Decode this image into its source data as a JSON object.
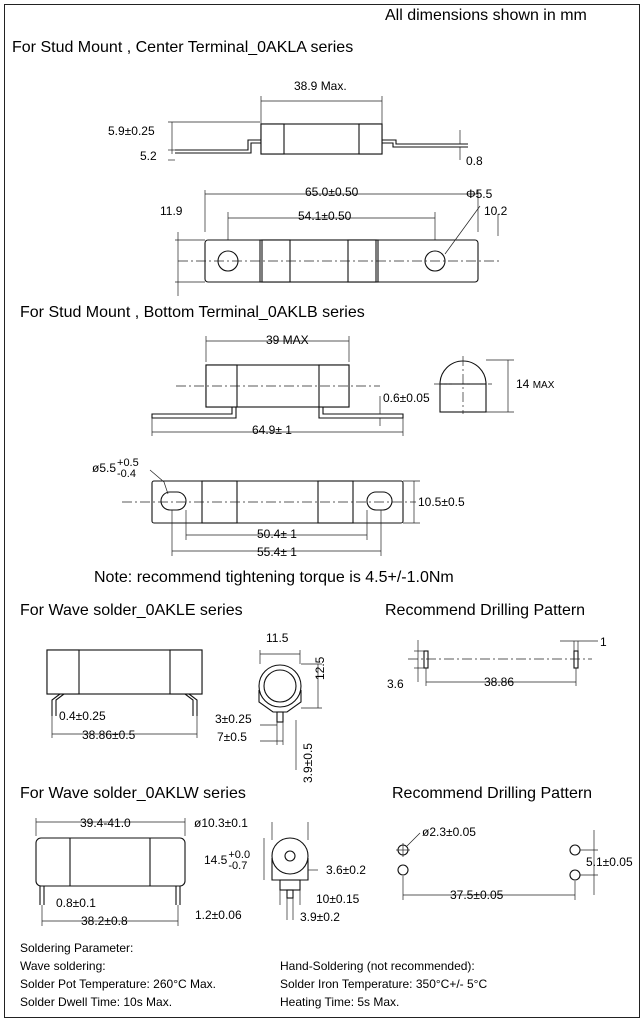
{
  "header": {
    "units_note": "All dimensions shown in mm"
  },
  "section_0akla": {
    "title": "For Stud Mount , Center Terminal_0AKLA series",
    "dims": {
      "overall_max": "38.9 Max.",
      "height": "5.9±0.25",
      "offset": "5.2",
      "thickness": "0.8",
      "length": "65.0±0.50",
      "hole_pitch": "54.1±0.50",
      "width": "11.9",
      "hole_dia": "Φ5.5",
      "tab_width": "10.2"
    }
  },
  "section_0aklb": {
    "title": "For Stud Mount , Bottom Terminal_0AKLB series",
    "dims": {
      "body_max": "39 MAX",
      "thickness": "0.6±0.05",
      "dia_max_value": "14",
      "dia_max_unit": "MAX",
      "overall": "64.9± 1",
      "slot_dia_base": "ø5.5",
      "slot_tol_plus": "+0.5",
      "slot_tol_minus": "-0.4",
      "tab_width": "10.5±0.5",
      "slot_inner": "50.4± 1",
      "slot_outer": "55.4± 1"
    }
  },
  "torque_note": "Note: recommend tightening torque is 4.5+/-1.0Nm",
  "section_0akle": {
    "title": "For Wave solder_0AKLE series",
    "drill_title": "Recommend Drilling Pattern",
    "dims": {
      "lead_thk": "0.4±0.25",
      "length": "38.86±0.5",
      "dia": "11.5",
      "height": "12.5",
      "lead_w": "3±0.25",
      "lead_spacing": "7±0.5",
      "standoff": "3.9±0.5",
      "drill_w": "1",
      "drill_h": "3.6",
      "drill_pitch": "38.86"
    }
  },
  "section_0aklw": {
    "title": "For Wave solder_0AKLW series",
    "drill_title": "Recommend Drilling Pattern",
    "dims": {
      "length": "39.4-41.0",
      "dia": "ø10.3±0.1",
      "height_base": "14.5",
      "height_plus": "+0.0",
      "height_minus": "-0.7",
      "lead_w": "3.6±0.2",
      "lead_thk": "0.8±0.1",
      "lead_thk2": "10±0.15",
      "lead_pitch": "38.2±0.8",
      "lead_a": "1.2±0.06",
      "lead_b": "3.9±0.2",
      "hole_dia": "ø2.3±0.05",
      "row_pitch": "5.1±0.05",
      "hole_pitch": "37.5±0.05"
    }
  },
  "soldering": {
    "title": "Soldering Parameter:",
    "wave_title": "Wave soldering:",
    "wave_temp": "Solder Pot Temperature: 260°C Max.",
    "wave_time": "Solder Dwell Time:  10s Max.",
    "hand_title": "Hand-Soldering (not recommended):",
    "hand_temp": "Solder Iron Temperature: 350°C+/- 5°C",
    "hand_time": "Heating Time: 5s Max."
  }
}
